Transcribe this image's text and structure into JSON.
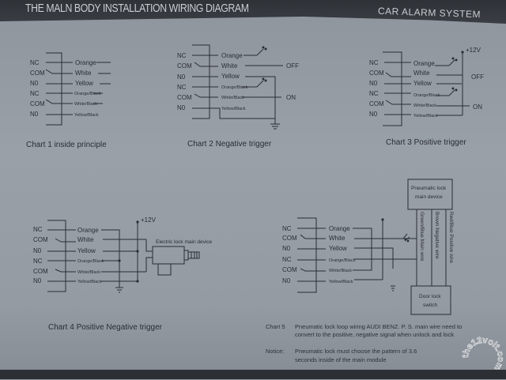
{
  "header": {
    "title": "THE MALN BODY INSTALLATION WIRING DIAGRAM",
    "subtitle": "CAR ALARM SYSTEM"
  },
  "relay_labels": [
    "NC",
    "COM",
    "N0",
    "NC",
    "COM",
    "N0"
  ],
  "wire_labels": [
    "Orange",
    "White",
    "Yellow",
    "Orange/Black",
    "White/Black",
    "Yellow/Black"
  ],
  "chart1": {
    "caption": "Chart 1 inside principle"
  },
  "chart2": {
    "caption": "Chart 2 Negative trigger",
    "off_label": "OFF",
    "on_label": "ON"
  },
  "chart3": {
    "caption": "Chart 3 Positive trigger",
    "off_label": "OFF",
    "on_label": "ON",
    "voltage_label": "+12V"
  },
  "chart4": {
    "caption": "Chart 4 Positive Negative trigger",
    "voltage_label": "+12V",
    "device_label": "Electric lock main device"
  },
  "chart5": {
    "main_device_line1": "Pneumatic lock",
    "main_device_line2": "main device",
    "switch_line1": "Door lock",
    "switch_line2": "switch",
    "wire1": "Green/Blue  Main wire",
    "wire2": "Brown   Negative wire",
    "wire3": "Red/Blue  Positive wire",
    "caption_label": "Chart 5",
    "caption_line1": "Pneumatic lock loop wiring AUDI BENZ. P. S. main wire need to",
    "caption_line2": "convert to the positive, negative signal when unlock and lock"
  },
  "notice": {
    "label": "Notice:",
    "line1": "Pneumatic lock must choose the pattern of 3.6",
    "line2": "seconds inside of the main module"
  },
  "watermark": "the12volt.com"
}
